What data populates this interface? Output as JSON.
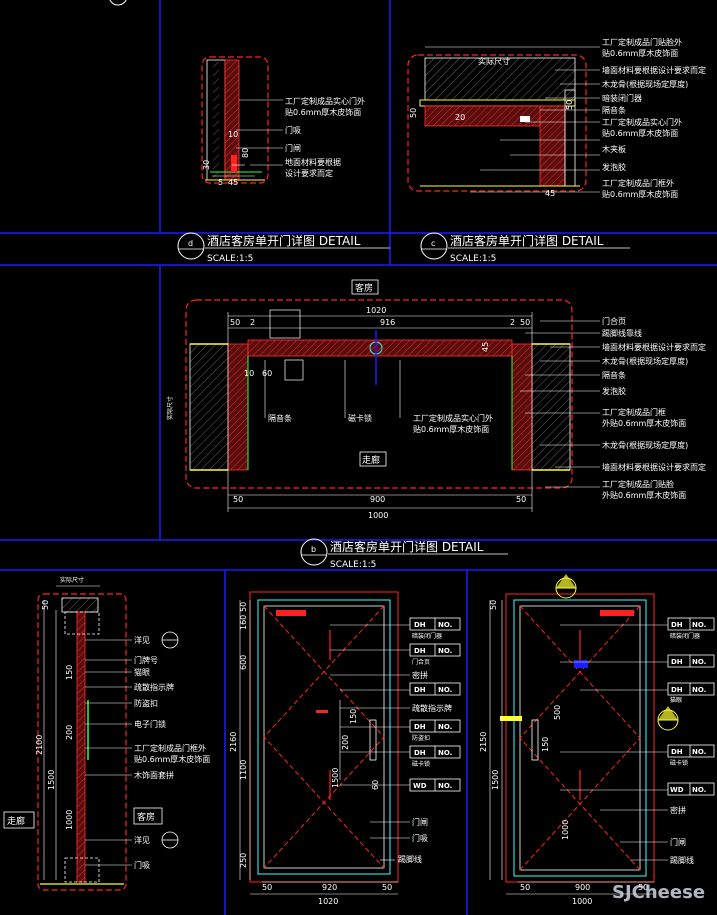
{
  "panel_d": {
    "circle": "d",
    "title": "酒店客房单开门详图  DETAIL",
    "scale": "SCALE:1:5",
    "labels": [
      "工厂定制成品实心门外",
      "贴0.6mm厚木皮饰面",
      "门吸",
      "门闸",
      "地面材料要根据",
      "设计要求而定"
    ],
    "dims": [
      "10",
      "80",
      "30",
      "45",
      "5"
    ]
  },
  "panel_c": {
    "circle": "c",
    "title": "酒店客房单开门详图  DETAIL",
    "scale": "SCALE:1:5",
    "top_text": "实际尺寸",
    "labels": [
      "工厂定制成品门贴脸外",
      "贴0.6mm厚木皮饰面",
      "墙面材料要根据设计要求而定",
      "木龙骨(根据现场定厚度)",
      "暗装闭门器",
      "隔音条",
      "工厂定制成品实心门外",
      "贴0.6mm厚木皮饰面",
      "木夹板",
      "发泡胶",
      "工厂定制成品门框外",
      "贴0.6mm厚木皮饰面"
    ],
    "dims": [
      "50",
      "20",
      "50",
      "45"
    ]
  },
  "panel_b": {
    "circle": "b",
    "title": "酒店客房单开门详图  DETAIL",
    "scale": "SCALE:1:5",
    "room_top": "客房",
    "room_bottom": "走廊",
    "side_text": "实际尺寸",
    "labels_right": [
      "门合页",
      "踢脚线靠线",
      "墙面材料要根据设计要求而定",
      "木龙骨(根据现场定厚度)",
      "隔音条",
      "发泡胶",
      "工厂定制成品门框",
      "外贴0.6mm厚木皮饰面",
      "木龙骨(根据现场定厚度)",
      "墙面材料要根据设计要求而定",
      "工厂定制成品门贴脸",
      "外贴0.6mm厚木皮饰面"
    ],
    "labels_bottom": [
      "隔音条",
      "磁卡锁",
      "工厂定制成品实心门外",
      "贴0.6mm厚木皮饰面"
    ],
    "dims_top": [
      "1020",
      "50",
      "916",
      "2",
      "50",
      "2",
      "45",
      "10",
      "60"
    ],
    "dims_bottom": [
      "50",
      "900",
      "50",
      "1000"
    ]
  },
  "panel_section": {
    "top_text": "实际尺寸",
    "room_left": "走廊",
    "room_right": "客房",
    "labels": [
      "洋见",
      "门牌号",
      "猫眼",
      "疏散指示牌",
      "防盗扣",
      "电子门锁",
      "工厂定制成品门框外",
      "贴0.6mm厚木皮饰面",
      "木饰面套拼",
      "洋见",
      "门吸"
    ],
    "dims": [
      "50",
      "2100",
      "1500",
      "150",
      "200",
      "1000"
    ]
  },
  "panel_elev1": {
    "tags": [
      "DH",
      "NO.",
      "DH",
      "NO.",
      "DH",
      "NO.",
      "DH",
      "NO.",
      "DH",
      "NO.",
      "WD",
      "NO."
    ],
    "tag_sub": [
      "暗装闭门器",
      "门合页",
      "",
      "防盗扣",
      "磁卡锁",
      ""
    ],
    "labels": [
      "密拼",
      "疏散指示牌",
      "门闸",
      "门吸",
      "踢脚线"
    ],
    "dims_left": [
      "50",
      "160",
      "600",
      "1100",
      "250",
      "2160"
    ],
    "dims_inner": [
      "1500",
      "150",
      "200",
      "60"
    ],
    "dims_bottom": [
      "50",
      "920",
      "50",
      "1020"
    ]
  },
  "panel_elev2": {
    "tags": [
      "DH",
      "NO.",
      "DH",
      "NO.",
      "DH",
      "NO.",
      "DH",
      "NO.",
      "WD",
      "NO."
    ],
    "tag_sub": [
      "暗装闭门器",
      "",
      "猫眼",
      "磁卡锁",
      ""
    ],
    "labels": [
      "密拼",
      "门闸",
      "踢脚线"
    ],
    "dims_left": [
      "50",
      "2150",
      "1500"
    ],
    "dims_inner": [
      "500",
      "150",
      "1000"
    ],
    "dims_bottom": [
      "50",
      "900",
      "50",
      "1000"
    ]
  },
  "watermark": "SJCheese",
  "colors": {
    "background": "#000000",
    "frame_blue": "#1c1cff",
    "yellow": "#ffff33",
    "red": "#ff2222",
    "cyan": "#33ffff",
    "green": "#33ff33",
    "magenta": "#ff33ff",
    "white": "#ffffff"
  }
}
